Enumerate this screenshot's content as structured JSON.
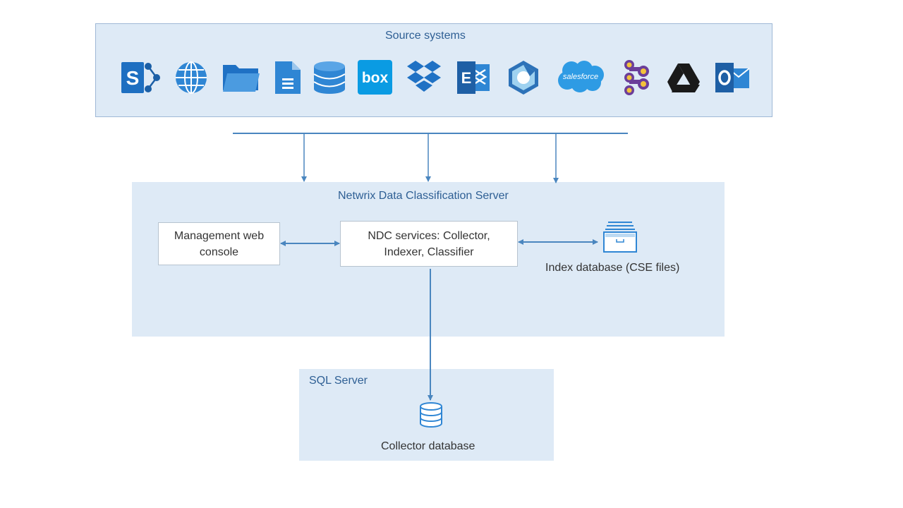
{
  "diagram": {
    "source_panel": {
      "title": "Source systems"
    },
    "sources": [
      {
        "icon": "sharepoint-icon"
      },
      {
        "icon": "globe-icon"
      },
      {
        "icon": "folder-icon"
      },
      {
        "icon": "document-icon"
      },
      {
        "icon": "database-icon"
      },
      {
        "icon": "box-icon",
        "label": "box"
      },
      {
        "icon": "dropbox-icon"
      },
      {
        "icon": "exchange-icon"
      },
      {
        "icon": "hexagon-icon"
      },
      {
        "icon": "salesforce-icon",
        "label": "salesforce"
      },
      {
        "icon": "workflow-icon"
      },
      {
        "icon": "google-drive-icon"
      },
      {
        "icon": "outlook-icon"
      }
    ],
    "server_panel": {
      "title": "Netwrix Data Classification Server",
      "console_box": {
        "line1": "Management web",
        "line2": "console"
      },
      "services_box": {
        "line1": "NDC services: Collector,",
        "line2": "Indexer, Classifier"
      },
      "index_db": {
        "label": "Index database (CSE files)",
        "icon": "file-cabinet-icon"
      }
    },
    "sql_panel": {
      "title": "SQL Server",
      "collector_db": {
        "label": "Collector database",
        "icon": "database-icon"
      }
    },
    "colors": {
      "panel": "#deeaf6",
      "line": "#4a86bf",
      "title": "#2e5f94",
      "text": "#333333"
    }
  }
}
